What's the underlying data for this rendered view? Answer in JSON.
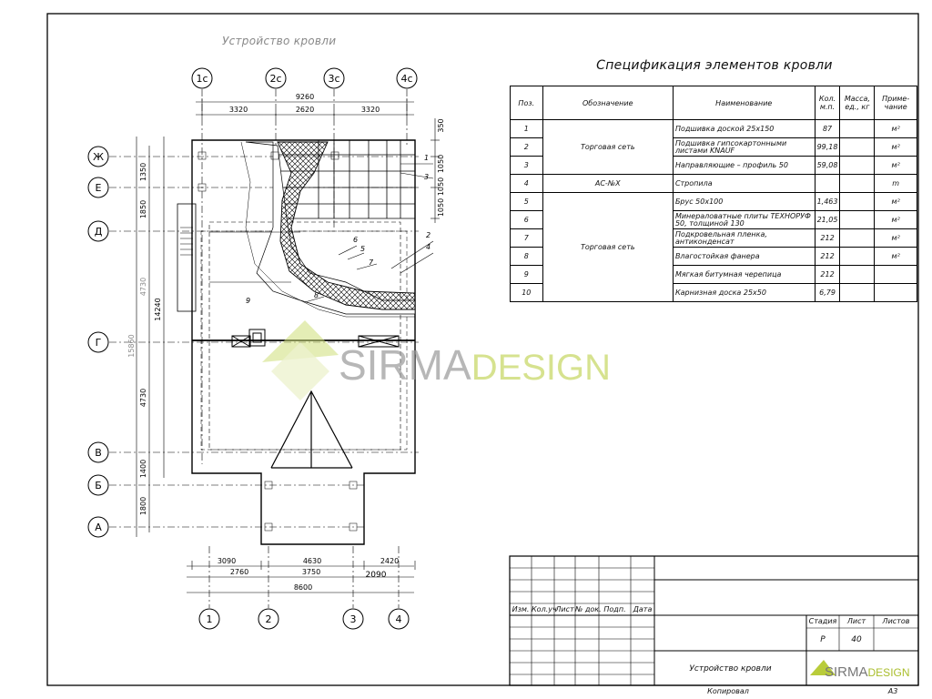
{
  "plan": {
    "title": "Устройство кровли",
    "axes_top": [
      "1с",
      "2с",
      "3с",
      "4с"
    ],
    "axes_bottom": [
      "1",
      "2",
      "3",
      "4"
    ],
    "axes_left": [
      "Ж",
      "Е",
      "Д",
      "Г",
      "В",
      "Б",
      "А"
    ],
    "dims_top": {
      "total": "9260",
      "spans": [
        "3320",
        "2620",
        "3320"
      ]
    },
    "dims_bottom": {
      "row1": [
        "3090",
        "4630",
        "2420"
      ],
      "row2": [
        "2760",
        "3750",
        "2090"
      ],
      "total": "8600"
    },
    "dims_left": {
      "outer1": "1350",
      "outer2": "1850",
      "outer3": "14240",
      "outer4": "15860",
      "inner": [
        "4730",
        "4730",
        "1400",
        "1800"
      ]
    },
    "dims_right": [
      "350",
      "1050",
      "1050",
      "1050"
    ],
    "callouts": [
      "1",
      "2",
      "3",
      "4",
      "5",
      "6",
      "7",
      "8",
      "9"
    ]
  },
  "spec": {
    "title": "Спецификация элементов кровли",
    "headers": [
      "Поз.",
      "Обозначение",
      "Наименование",
      "Кол. м.п.",
      "Масса, ед., кг",
      "Приме- чание"
    ],
    "groups": [
      "Торговая сеть",
      "АС-№Х",
      "Торговая сеть"
    ],
    "rows": [
      {
        "pos": "1",
        "name": "Подшивка доской 25х150",
        "qty": "87",
        "note": "м²"
      },
      {
        "pos": "2",
        "name": "Подшивка гипсокартонными листами KNAUF",
        "qty": "99,18",
        "note": "м²"
      },
      {
        "pos": "3",
        "name": "Направляющие – профиль 50",
        "qty": "59,08",
        "note": "м²"
      },
      {
        "pos": "4",
        "name": "Стропила",
        "qty": "",
        "note": "m"
      },
      {
        "pos": "5",
        "name": "Брус 50х100",
        "qty": "1,463",
        "note": "м²"
      },
      {
        "pos": "6",
        "name": "Минераловатные плиты ТЕХНОРУФ 50, толщиной 130",
        "qty": "21,05",
        "note": "м²"
      },
      {
        "pos": "7",
        "name": "Подкровельная пленка, антиконденсат",
        "qty": "212",
        "note": "м²"
      },
      {
        "pos": "8",
        "name": "Влагостойкая фанера",
        "qty": "212",
        "note": "м²"
      },
      {
        "pos": "9",
        "name": "Мягкая битумная черепица",
        "qty": "212",
        "note": ""
      },
      {
        "pos": "10",
        "name": "Карнизная доска 25х50",
        "qty": "6,79",
        "note": ""
      }
    ]
  },
  "titleblock": {
    "cols": [
      "Изм.",
      "Кол.уч",
      "Лист",
      "№ док.",
      "Подп.",
      "Дата"
    ],
    "stage_label": "Стадия",
    "sheet_label": "Лист",
    "sheets_label": "Листов",
    "stage": "Р",
    "sheet": "40",
    "name": "Устройство кровли",
    "copied": "Копировал",
    "format": "А3"
  },
  "brand": {
    "part1": "SIRMA",
    "part2": "DESIGN",
    "color_gray": "#8a8a8a",
    "color_green": "#b9cc3a"
  }
}
